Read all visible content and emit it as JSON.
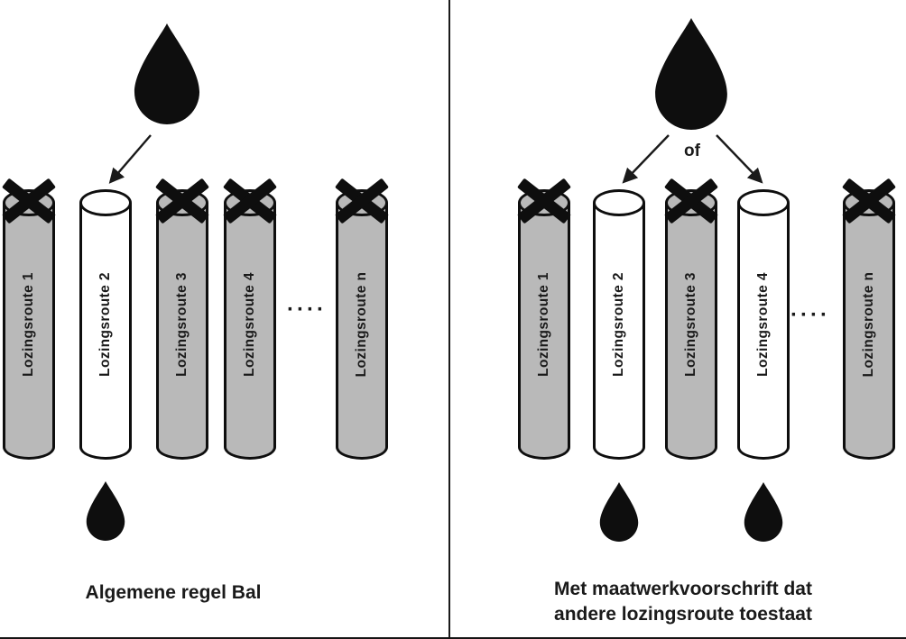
{
  "left_panel": {
    "caption": "Algemene regel Bal",
    "ellipsis": "····",
    "pipes": [
      {
        "label": "Lozingsroute 1",
        "state": "closed"
      },
      {
        "label": "Lozingsroute 2",
        "state": "open"
      },
      {
        "label": "Lozingsroute 3",
        "state": "closed"
      },
      {
        "label": "Lozingsroute 4",
        "state": "closed"
      },
      {
        "label": "Lozingsroute n",
        "state": "closed"
      }
    ]
  },
  "right_panel": {
    "caption_line1": "Met maatwerkvoorschrift dat",
    "caption_line2": "andere lozingsroute toestaat",
    "or_label": "of",
    "ellipsis": "····",
    "pipes": [
      {
        "label": "Lozingsroute 1",
        "state": "closed"
      },
      {
        "label": "Lozingsroute 2",
        "state": "open"
      },
      {
        "label": "Lozingsroute 3",
        "state": "closed"
      },
      {
        "label": "Lozingsroute 4",
        "state": "open"
      },
      {
        "label": "Lozingsroute n",
        "state": "closed"
      }
    ]
  },
  "colors": {
    "ink": "#1a1a1a",
    "pipe_closed_fill": "#b9b9b9",
    "pipe_open_fill": "#ffffff",
    "drop_fill": "#0e0e0e"
  }
}
